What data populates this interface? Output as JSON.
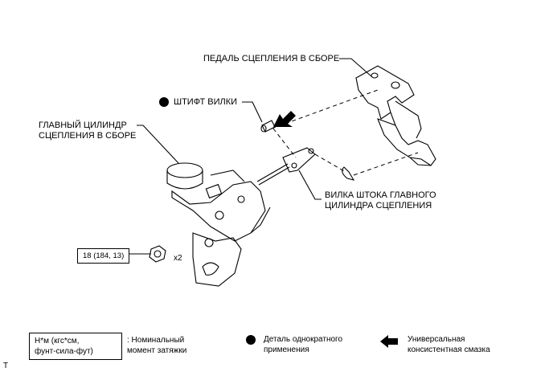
{
  "labels": {
    "clutch_pedal": "ПЕДАЛЬ СЦЕПЛЕНИЯ В СБОРЕ",
    "clevis_pin": "ШТИФТ ВИЛКИ",
    "master_cylinder_line1": "ГЛАВНЫЙ ЦИЛИНДР",
    "master_cylinder_line2": "СЦЕПЛЕНИЯ В СБОРЕ",
    "push_rod_clevis_line1": "ВИЛКА ШТОКА ГЛАВНОГО",
    "push_rod_clevis_line2": "ЦИЛИНДРА СЦЕПЛЕНИЯ",
    "torque_value": "18 (184, 13)",
    "quantity": "x2"
  },
  "legend": {
    "torque_unit_line1": "Н*м (кгс*см,",
    "torque_unit_line2": "фунт-сила-фут)",
    "torque_desc_line1": ": Номинальный",
    "torque_desc_line2": "момент затяжки",
    "nonreusable_line1": "Деталь однократного",
    "nonreusable_line2": "применения",
    "grease_line1": "Универсальная",
    "grease_line2": "консистентная смазка"
  },
  "footer_code": "T"
}
